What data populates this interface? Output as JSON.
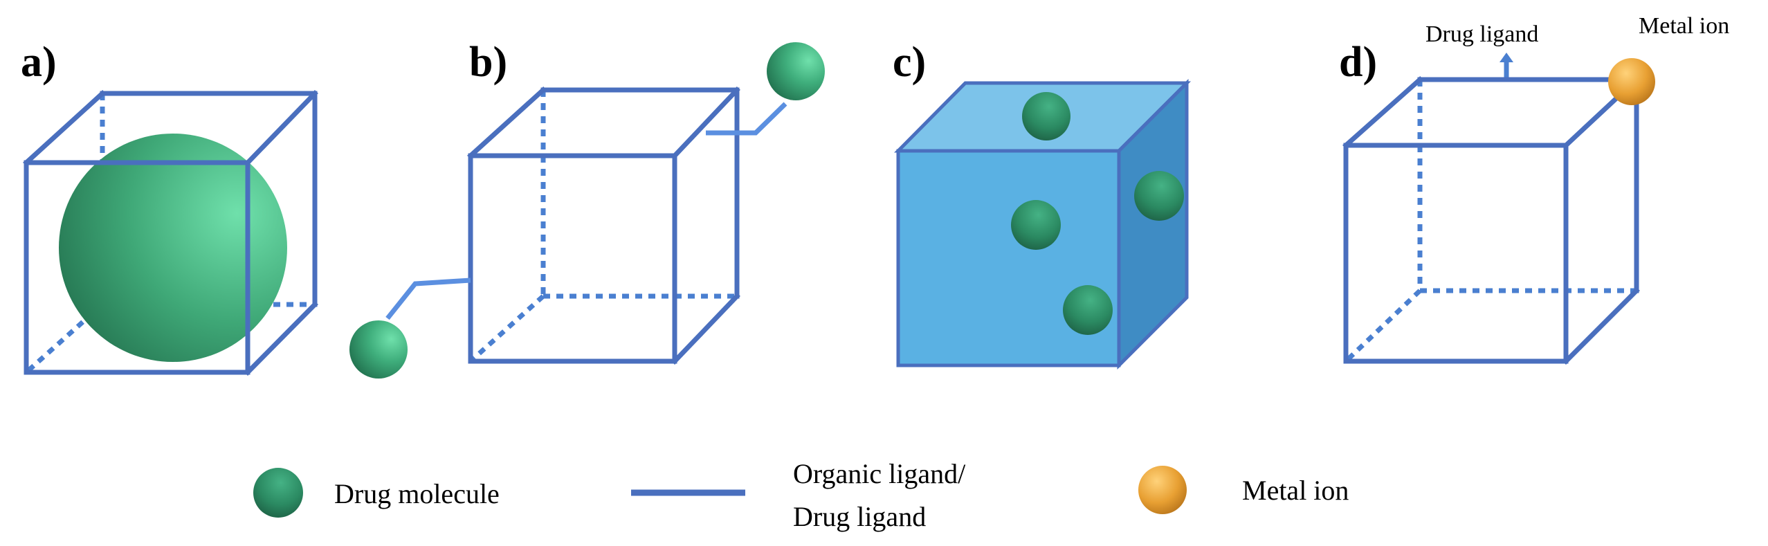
{
  "panels": [
    {
      "id": "a",
      "label": "a)"
    },
    {
      "id": "b",
      "label": "b)"
    },
    {
      "id": "c",
      "label": "c)"
    },
    {
      "id": "d",
      "label": "d)",
      "annotations": {
        "drug_ligand": "Drug ligand",
        "metal_ion": "Metal ion"
      }
    }
  ],
  "legend": {
    "drug_molecule": "Drug molecule",
    "ligand_line1": "Organic ligand/",
    "ligand_line2": "Drug ligand",
    "metal_ion": "Metal ion"
  },
  "colors": {
    "frame": "#4a6fbe",
    "drug_green": "#3fae7c",
    "metal_orange": "#e8a033",
    "cube_fill": "#5aaee0"
  }
}
